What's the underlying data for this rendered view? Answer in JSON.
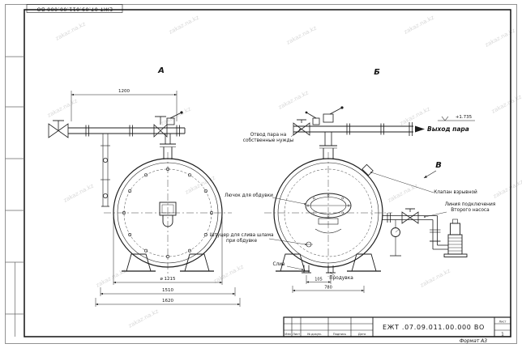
{
  "meta": {
    "watermark": "zakaz.na.kz",
    "doc_number_top": "ЕЖТ 07.09.011.00.000 ВО",
    "format_label": "Формат А3"
  },
  "views": {
    "a": "А",
    "b": "Б",
    "v": "В"
  },
  "annotations": {
    "steam_outlet": "Выход пара",
    "steam_level": "+1.735",
    "own_needs": [
      "Отвод пара на",
      "собственные нужды"
    ],
    "blow_hatch": "Лючок для обдувки",
    "sludge": [
      "Штуцер для слива шлама",
      "при обдувке"
    ],
    "explosion_valve": "Клапан взрывной",
    "second_pump": [
      "Линия подключения",
      "Второго насоса"
    ],
    "drain": "Слив",
    "blowdown": "Продувка"
  },
  "dimensions": {
    "top_width": "1200",
    "diameter": "ø 1215",
    "overall_1510": "1510",
    "overall_1620": "1620",
    "dim_105": "105",
    "dim_780": "780"
  },
  "title_block": {
    "doc_number": "ЕЖТ .07.09.011.00.000  ВО",
    "columns": [
      "Изм",
      "Лист",
      "№ докум.",
      "Подпись",
      "Дата"
    ],
    "sheet_label": "Лист",
    "sheet_value": "1"
  }
}
